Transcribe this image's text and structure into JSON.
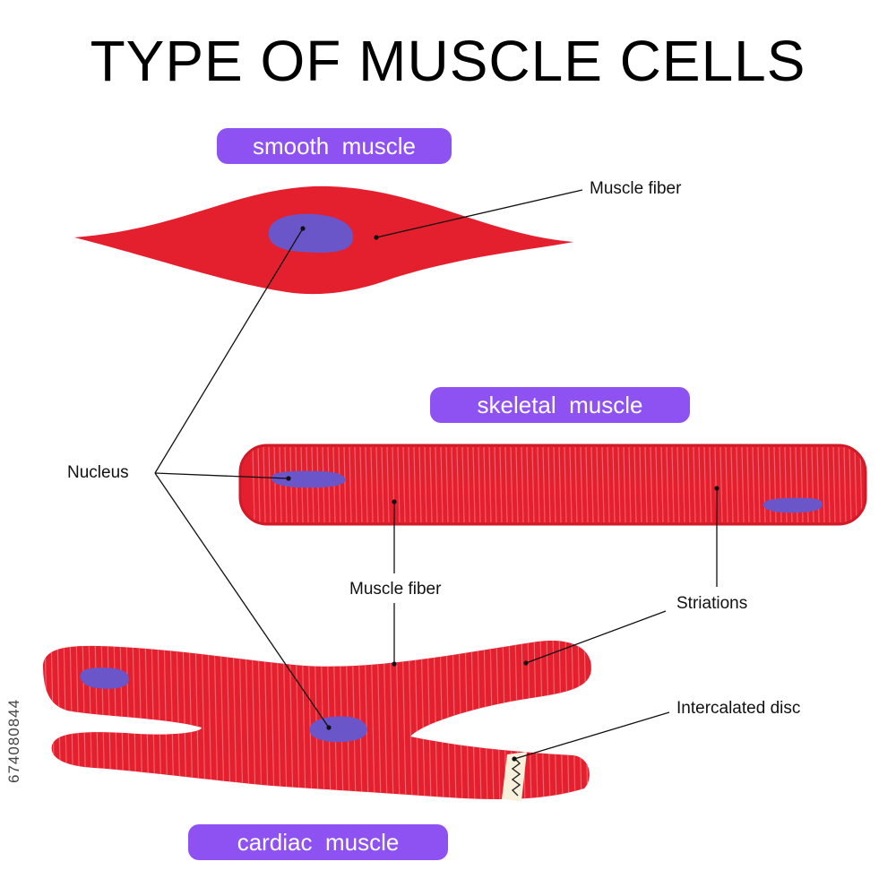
{
  "title": "TYPE OF MUSCLE CELLS",
  "stock_id": "674080844",
  "colors": {
    "cell_fill": "#e41f2e",
    "cell_dark": "#d11a28",
    "striation": "#f2626c",
    "nucleus": "#6a55c9",
    "pill": "#8f52f2",
    "disc": "#f7f0dc",
    "leader": "#111111"
  },
  "cells": {
    "smooth": {
      "label": "smooth  muscle"
    },
    "skeletal": {
      "label": "skeletal  muscle"
    },
    "cardiac": {
      "label": "cardiac  muscle"
    }
  },
  "labels": {
    "muscle_fiber_smooth": "Muscle fiber",
    "nucleus": "Nucleus",
    "muscle_fiber_center": "Muscle fiber",
    "striations": "Striations",
    "intercalated_disc": "Intercalated disc"
  }
}
